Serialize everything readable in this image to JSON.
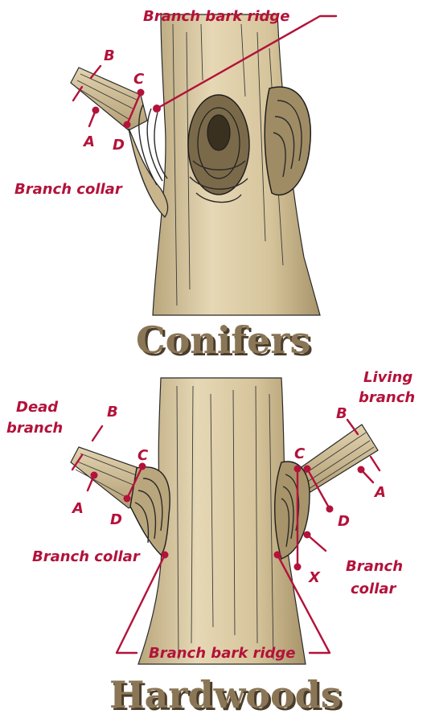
{
  "conifers": {
    "title": "Conifers",
    "labels": {
      "bark_ridge": "Branch bark ridge",
      "collar": "Branch collar",
      "a": "A",
      "b": "B",
      "c": "C",
      "d": "D"
    }
  },
  "hardwoods": {
    "title": "Hardwoods",
    "labels": {
      "dead_branch_1": "Dead",
      "dead_branch_2": "branch",
      "living_branch_1": "Living",
      "living_branch_2": "branch",
      "left_collar": "Branch collar",
      "right_collar_1": "Branch",
      "right_collar_2": "collar",
      "bark_ridge": "Branch bark ridge",
      "a_left": "A",
      "b_left": "B",
      "c_left": "C",
      "d_left": "D",
      "a_right": "A",
      "b_right": "B",
      "c_right": "C",
      "d_right": "D",
      "x": "X"
    }
  },
  "colors": {
    "label_red": "#b3123a",
    "wood_tan": "#d9c9a3",
    "title_brown": "#8a7656"
  }
}
